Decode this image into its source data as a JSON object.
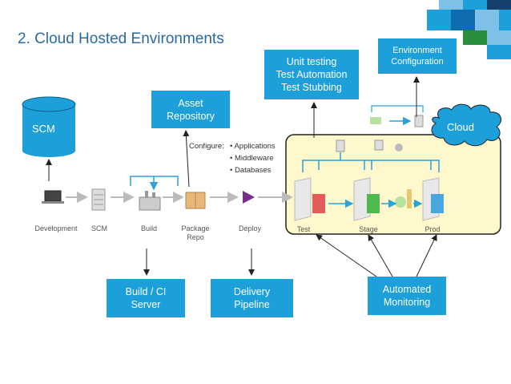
{
  "title": "2. Cloud Hosted Environments",
  "scm_cylinder": "SCM",
  "cloud": "Cloud",
  "callouts": {
    "asset_repository": [
      "Asset",
      "Repository"
    ],
    "unit_testing": [
      "Unit testing",
      "Test Automation",
      "Test Stubbing"
    ],
    "environment_configuration": [
      "Environment",
      "Configuration"
    ],
    "build_ci": [
      "Build / CI",
      "Server"
    ],
    "delivery_pipeline": [
      "Delivery",
      "Pipeline"
    ],
    "automated_monitoring": [
      "Automated",
      "Monitoring"
    ]
  },
  "pipeline_steps": {
    "development": "Development",
    "scm": "SCM",
    "build": "Build",
    "package_repo": [
      "Package",
      "Repo"
    ],
    "deploy": "Deploy"
  },
  "environments": [
    "Test",
    "Stage",
    "Prod"
  ],
  "configure": {
    "label": "Configure:",
    "items": [
      "Applications",
      "Middleware",
      "Databases"
    ]
  },
  "colors": {
    "accent_blue": "#1d9fd9",
    "title_blue": "#2b6aa0",
    "cloud_box": "#fff8cc",
    "cloud_border": "#222222"
  }
}
